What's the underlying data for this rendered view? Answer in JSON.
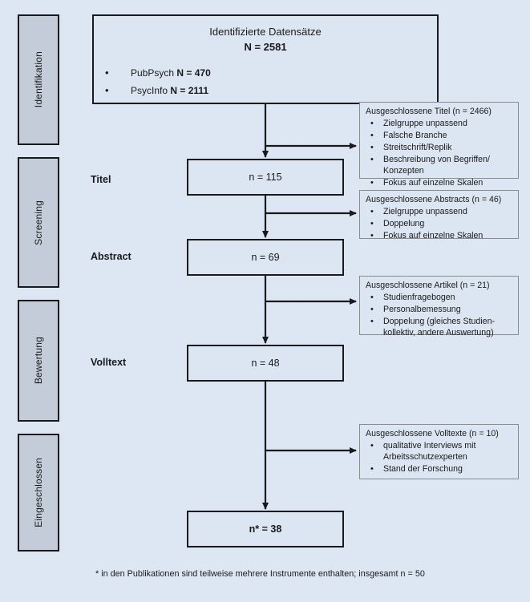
{
  "diagram": {
    "type": "prisma-flow-diagram",
    "background_color": "#dde7f3",
    "box_fill_color": "#dce6f2",
    "phase_bar_color": "#c3ccd8",
    "border_color": "#1a1a1a"
  },
  "phases": [
    {
      "label": "Identifikation"
    },
    {
      "label": "Screening"
    },
    {
      "label": "Bewertung"
    },
    {
      "label": "Eingeschlossen"
    }
  ],
  "identification": {
    "title": "Identifizierte Datensätze",
    "total": "N = 2581",
    "sources": [
      {
        "name": "PubPsych",
        "count": "N = 470"
      },
      {
        "name": "PsycInfo",
        "count": "N = 2111"
      }
    ]
  },
  "stages": [
    {
      "label": "Titel",
      "value": "n = 115"
    },
    {
      "label": "Abstract",
      "value": "n = 69"
    },
    {
      "label": "Volltext",
      "value": "n = 48"
    }
  ],
  "included": {
    "value": "n* = 38"
  },
  "exclusions": [
    {
      "title": "Ausgeschlossene Titel (n = 2466)",
      "reasons": [
        "Zielgruppe unpassend",
        "Falsche Branche",
        "Streitschrift/Replik",
        "Beschreibung von Begriffen/ Konzepten",
        "Fokus auf einzelne Skalen"
      ]
    },
    {
      "title": "Ausgeschlossene Abstracts (n = 46)",
      "reasons": [
        "Zielgruppe unpassend",
        "Doppelung",
        "Fokus auf einzelne Skalen"
      ]
    },
    {
      "title": "Ausgeschlossene Artikel (n = 21)",
      "reasons": [
        "Studienfragebogen",
        "Personalbemessung",
        "Doppelung (gleiches Studien- kollektiv, andere Auswertung)"
      ]
    },
    {
      "title": "Ausgeschlossene Volltexte (n = 10)",
      "reasons": [
        "qualitative Interviews mit Arbeitsschutzexperten",
        "Stand der Forschung"
      ]
    }
  ],
  "footnote": "* in den Publikationen sind teilweise mehrere Instrumente enthalten; insgesamt n = 50"
}
